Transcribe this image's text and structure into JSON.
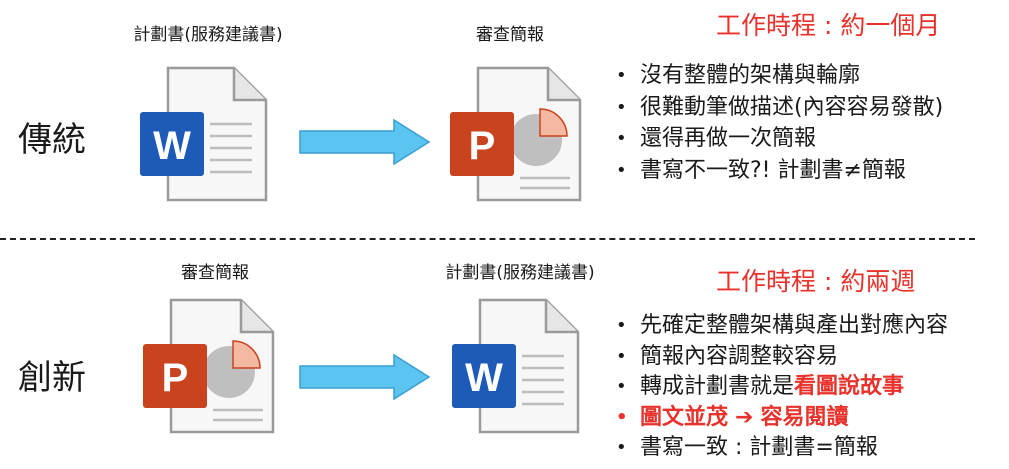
{
  "traditional": {
    "label": "傳統",
    "source_doc_label": "計劃書(服務建議書)",
    "target_doc_label": "審查簡報",
    "timeline": "工作時程 : 約一個月",
    "bullets": [
      "沒有整體的架構與輪廓",
      "很難動筆做描述(內容容易發散)",
      "還得再做一次簡報",
      "書寫不一致?! 計劃書≠簡報"
    ]
  },
  "innovative": {
    "label": "創新",
    "source_doc_label": "審查簡報",
    "target_doc_label": "計劃書(服務建議書)",
    "timeline": "工作時程 : 約兩週",
    "bullets": {
      "b1": "先確定整體架構與產出對應內容",
      "b2": "簡報內容調整較容易",
      "b3_prefix": "轉成計劃書就是",
      "b3_emph": "看圖說故事",
      "b4_a": "圖文並茂",
      "b4_arrow": "➔",
      "b4_b": "容易閱讀",
      "b5": "書寫一致 : 計劃書=簡報"
    }
  },
  "bullet_glyph": "•",
  "icons": {
    "word_letter": "W",
    "ppt_letter": "P"
  },
  "colors": {
    "word_blue": "#1e5bb8",
    "ppt_orange": "#c9431f",
    "arrow_cyan": "#5bc4f1",
    "emphasis_red": "#e8322b"
  }
}
